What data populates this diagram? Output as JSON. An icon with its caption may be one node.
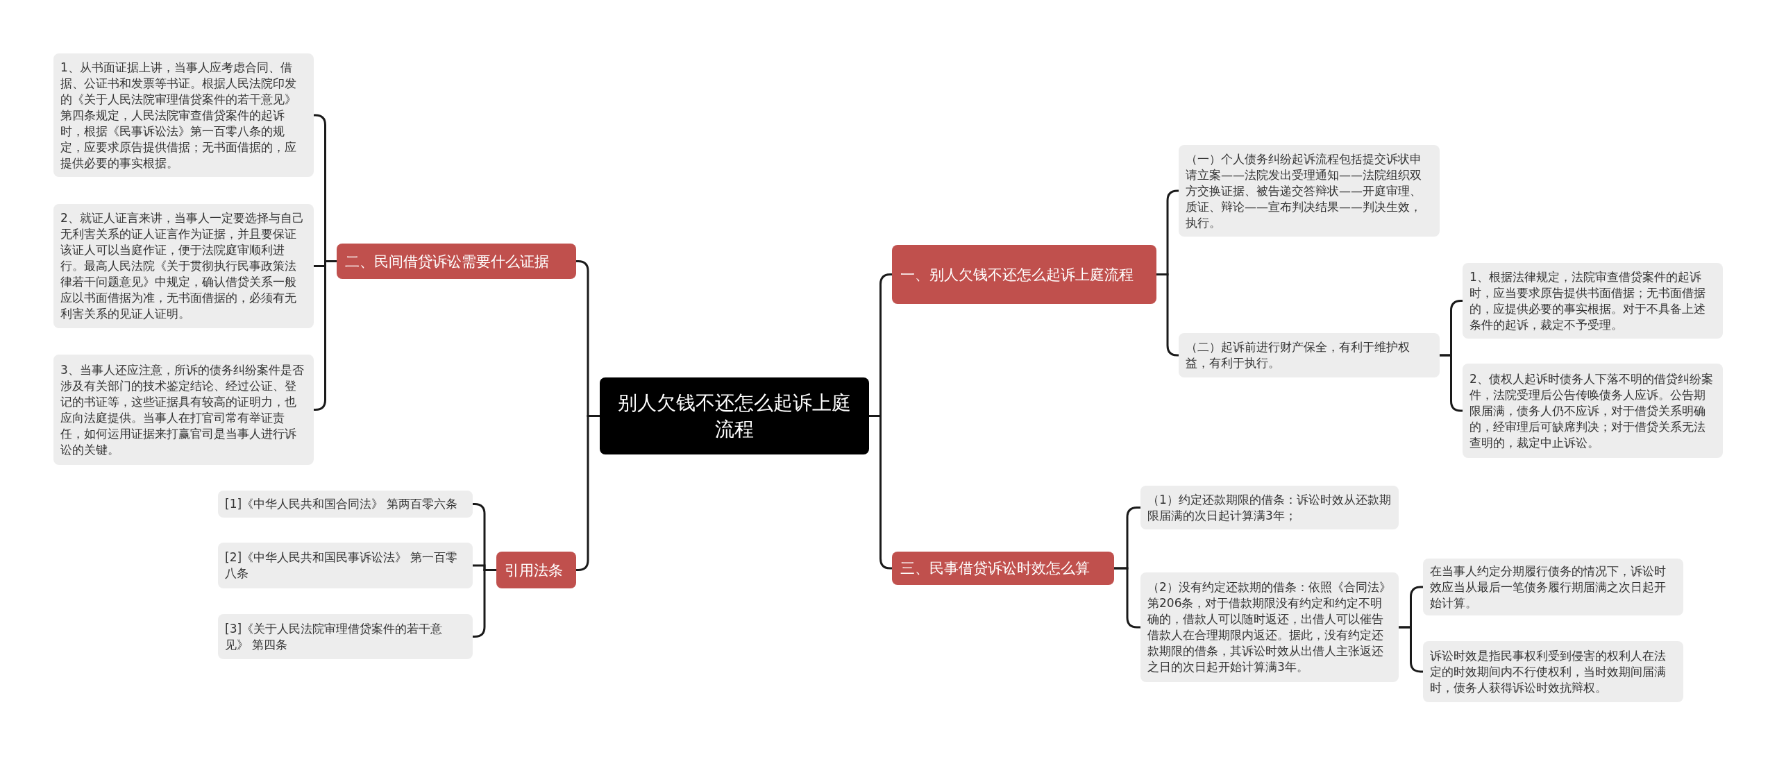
{
  "diagram": {
    "nodes": [
      {
        "text": [
          "别人欠钱不还怎么起诉上庭流程"
        ]
      },
      {
        "text": [
          "一、别人欠钱不还怎么起诉上庭流程"
        ]
      },
      {
        "text": [
          "（一）个人债务纠纷起诉流程包括提交诉状申请立案——法院发出受理通知——法院组织双方交换证据、被告递交答辩状——开庭审理、质证、辩论——宣布判决结果——判决生效，执行。"
        ]
      },
      {
        "text": [
          "（二）起诉前进行财产保全，有利于维护权益，有利于执行。"
        ]
      },
      {
        "text": [
          "1、根据法律规定，法院审查借贷案件的起诉时，应当要求原告提供书面借据；无书面借据的，应提供必要的事实根据。对于不具备上述条件的起诉，裁定不予受理。"
        ]
      },
      {
        "text": [
          "2、债权人起诉时债务人下落不明的借贷纠纷案件，法院受理后公告传唤债务人应诉。公告期限届满，债务人仍不应诉，对于借贷关系明确的，经审理后可缺席判决；对于借贷关系无法查明的，裁定中止诉讼。"
        ]
      },
      {
        "text": [
          "三、民事借贷诉讼时效怎么算"
        ]
      },
      {
        "text": [
          "（1）约定还款期限的借条：诉讼时效从还款期限届满的次日起计算满3年；"
        ]
      },
      {
        "text": [
          "（2）没有约定还款期的借条：依照《合同法》第206条，对于借款期限没有约定和约定不明确的，借款人可以随时返还，出借人可以催告借款人在合理期限内返还。据此，没有约定还款期限的借条，其诉讼时效从出借人主张返还之日的次日起开始计算满3年。"
        ]
      },
      {
        "text": [
          "在当事人约定分期履行债务的情况下，诉讼时效应当从最后一笔债务履行期届满之次日起开始计算。"
        ]
      },
      {
        "text": [
          "诉讼时效是指民事权利受到侵害的权利人在法定的时效期间内不行使权利，当时效期间届满时，债务人获得诉讼时效抗辩权。"
        ]
      },
      {
        "text": [
          "二、民间借贷诉讼需要什么证据"
        ]
      },
      {
        "text": [
          "1、从书面证据上讲，当事人应考虑合同、借据、公证书和发票等书证。根据人民法院印发的《关于人民法院审理借贷案件的若干意见》第四条规定，人民法院审查借贷案件的起诉时，根据《民事诉讼法》第一百零八条的规定，应要求原告提供借据；无书面借据的，应提供必要的事实根据。"
        ]
      },
      {
        "text": [
          "2、就证人证言来讲，当事人一定要选择与自己无利害关系的证人证言作为证据，并且要保证该证人可以当庭作证，便于法院庭审顺利进行。最高人民法院《关于贯彻执行民事政策法律若干问题意见》中规定，确认借贷关系一般应以书面借据为准，无书面借据的，必须有无利害关系的见证人证明。"
        ]
      },
      {
        "text": [
          "3、当事人还应注意，所诉的债务纠纷案件是否涉及有关部门的技术鉴定结论、经过公证、登记的书证等，这些证据具有较高的证明力，也应向法庭提供。当事人在打官司常有举证责任，如何运用证据来打赢官司是当事人进行诉讼的关键。"
        ]
      },
      {
        "text": [
          "引用法条"
        ]
      },
      {
        "text": [
          "[1]《中华人民共和国合同法》 第两百零六条"
        ]
      },
      {
        "text": [
          "[2]《中华人民共和国民事诉讼法》 第一百零八条"
        ]
      },
      {
        "text": [
          "[3]《关于人民法院审理借贷案件的若干意见》 第四条"
        ]
      }
    ],
    "edges": [
      {
        "from": 0,
        "to": 1,
        "arrow": "none"
      },
      {
        "from": 0,
        "to": 6,
        "arrow": "none"
      },
      {
        "from": 0,
        "to": 11,
        "arrow": "none"
      },
      {
        "from": 0,
        "to": 15,
        "arrow": "none"
      },
      {
        "from": 1,
        "to": 2,
        "arrow": "none"
      },
      {
        "from": 1,
        "to": 3,
        "arrow": "none"
      },
      {
        "from": 3,
        "to": 4,
        "arrow": "none"
      },
      {
        "from": 3,
        "to": 5,
        "arrow": "none"
      },
      {
        "from": 6,
        "to": 7,
        "arrow": "none"
      },
      {
        "from": 6,
        "to": 8,
        "arrow": "none"
      },
      {
        "from": 8,
        "to": 9,
        "arrow": "none"
      },
      {
        "from": 8,
        "to": 10,
        "arrow": "none"
      },
      {
        "from": 11,
        "to": 12,
        "arrow": "none"
      },
      {
        "from": 11,
        "to": 13,
        "arrow": "none"
      },
      {
        "from": 11,
        "to": 14,
        "arrow": "none"
      },
      {
        "from": 15,
        "to": 16,
        "arrow": "none"
      },
      {
        "from": 15,
        "to": 17,
        "arrow": "none"
      },
      {
        "from": 15,
        "to": 18,
        "arrow": "none"
      }
    ]
  }
}
